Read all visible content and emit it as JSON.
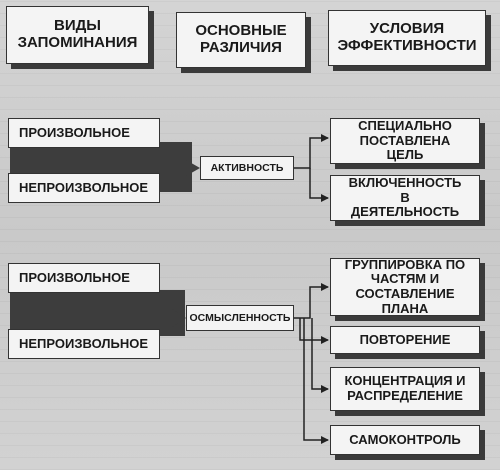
{
  "headers": {
    "types": "ВИДЫ ЗАПОМИНАНИЯ",
    "differences": "ОСНОВНЫЕ РАЗЛИЧИЯ",
    "conditions": "УСЛОВИЯ ЭФФЕКТИВНОСТИ"
  },
  "group1": {
    "voluntary": "ПРОИЗВОЛЬНОЕ",
    "involuntary": "НЕПРОИЗВОЛЬНОЕ",
    "difference": "АКТИВНОСТЬ",
    "conditions": [
      "СПЕЦИАЛЬНО ПОСТАВЛЕНА ЦЕЛЬ",
      "ВКЛЮЧЕННОСТЬ В ДЕЯТЕЛЬНОСТЬ"
    ]
  },
  "group2": {
    "voluntary": "ПРОИЗВОЛЬНОЕ",
    "involuntary": "НЕПРОИЗВОЛЬНОЕ",
    "difference": "ОСМЫСЛЕННОСТЬ",
    "conditions": [
      "ГРУППИРОВКА ПО ЧАСТЯМ И СОСТАВЛЕНИЕ ПЛАНА",
      "ПОВТОРЕНИЕ",
      "КОНЦЕНТРАЦИЯ И РАСПРЕДЕЛЕНИЕ",
      "САМОКОНТРОЛЬ"
    ]
  }
}
